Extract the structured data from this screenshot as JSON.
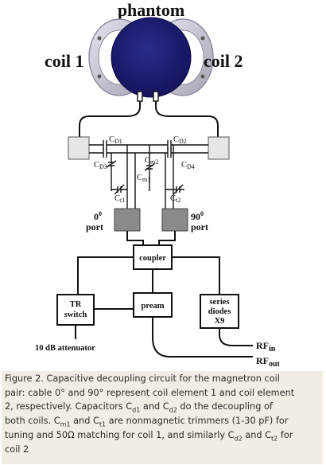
{
  "diagram": {
    "title": "phantom",
    "coil1": "coil 1",
    "coil2": "coil 2",
    "caps": {
      "cd1": {
        "main": "C",
        "sub": "D1"
      },
      "cd2": {
        "main": "C",
        "sub": "D2"
      },
      "cd3": {
        "main": "C",
        "sub": "D3"
      },
      "cd4": {
        "main": "C",
        "sub": "D4"
      },
      "cm1": {
        "main": "C",
        "sub": "m1"
      },
      "cm2": {
        "main": "C",
        "sub": "m2"
      },
      "ct1": {
        "main": "C",
        "sub": "t1"
      },
      "ct2": {
        "main": "C",
        "sub": "t2"
      }
    },
    "port0": {
      "num": "0",
      "sup": "0",
      "word": "port"
    },
    "port90": {
      "num": "90",
      "sup": "0",
      "word": "port"
    },
    "coupler": "coupler",
    "tr_switch": [
      "TR",
      "switch"
    ],
    "pream": "pream",
    "series_diodes": [
      "series",
      "diodes",
      "X9"
    ],
    "attenuator": "10 dB attenuator",
    "rf_in": {
      "main": "RF",
      "sub": "in"
    },
    "rf_out": {
      "main": "RF",
      "sub": "out"
    }
  },
  "caption": {
    "line1": "Figure 2. Capacitive decoupling circuit for the magnetron coil",
    "line2": "pair: cable 0° and 90° represent coil element 1 and coil element",
    "line3_a": "2, respectively. Capacitors C",
    "line3_s1": "d1",
    "line3_b": " and C",
    "line3_s2": "d2",
    "line3_c": " do the decoupling of",
    "line4": "both coils. C",
    "line4_s1": "m1",
    "line4_b": " and C",
    "line4_s2": "t1",
    "line4_c": " are nonmagnetic trimmers (1-30 pF) for",
    "line5_a": "tuning and 50Ω matching for coil 1, and similarly C",
    "line5_s1": "d2",
    "line5_b": " and C",
    "line5_s2": "t2",
    "line5_c": " for",
    "line6": "coil 2",
    "colors": {
      "background": "#f2ede4",
      "phantom": "#1e1e78",
      "coil_frame": "#c8c8d2",
      "port_box": "#8a8a8a",
      "coil_box": "#e6e6e6"
    }
  }
}
